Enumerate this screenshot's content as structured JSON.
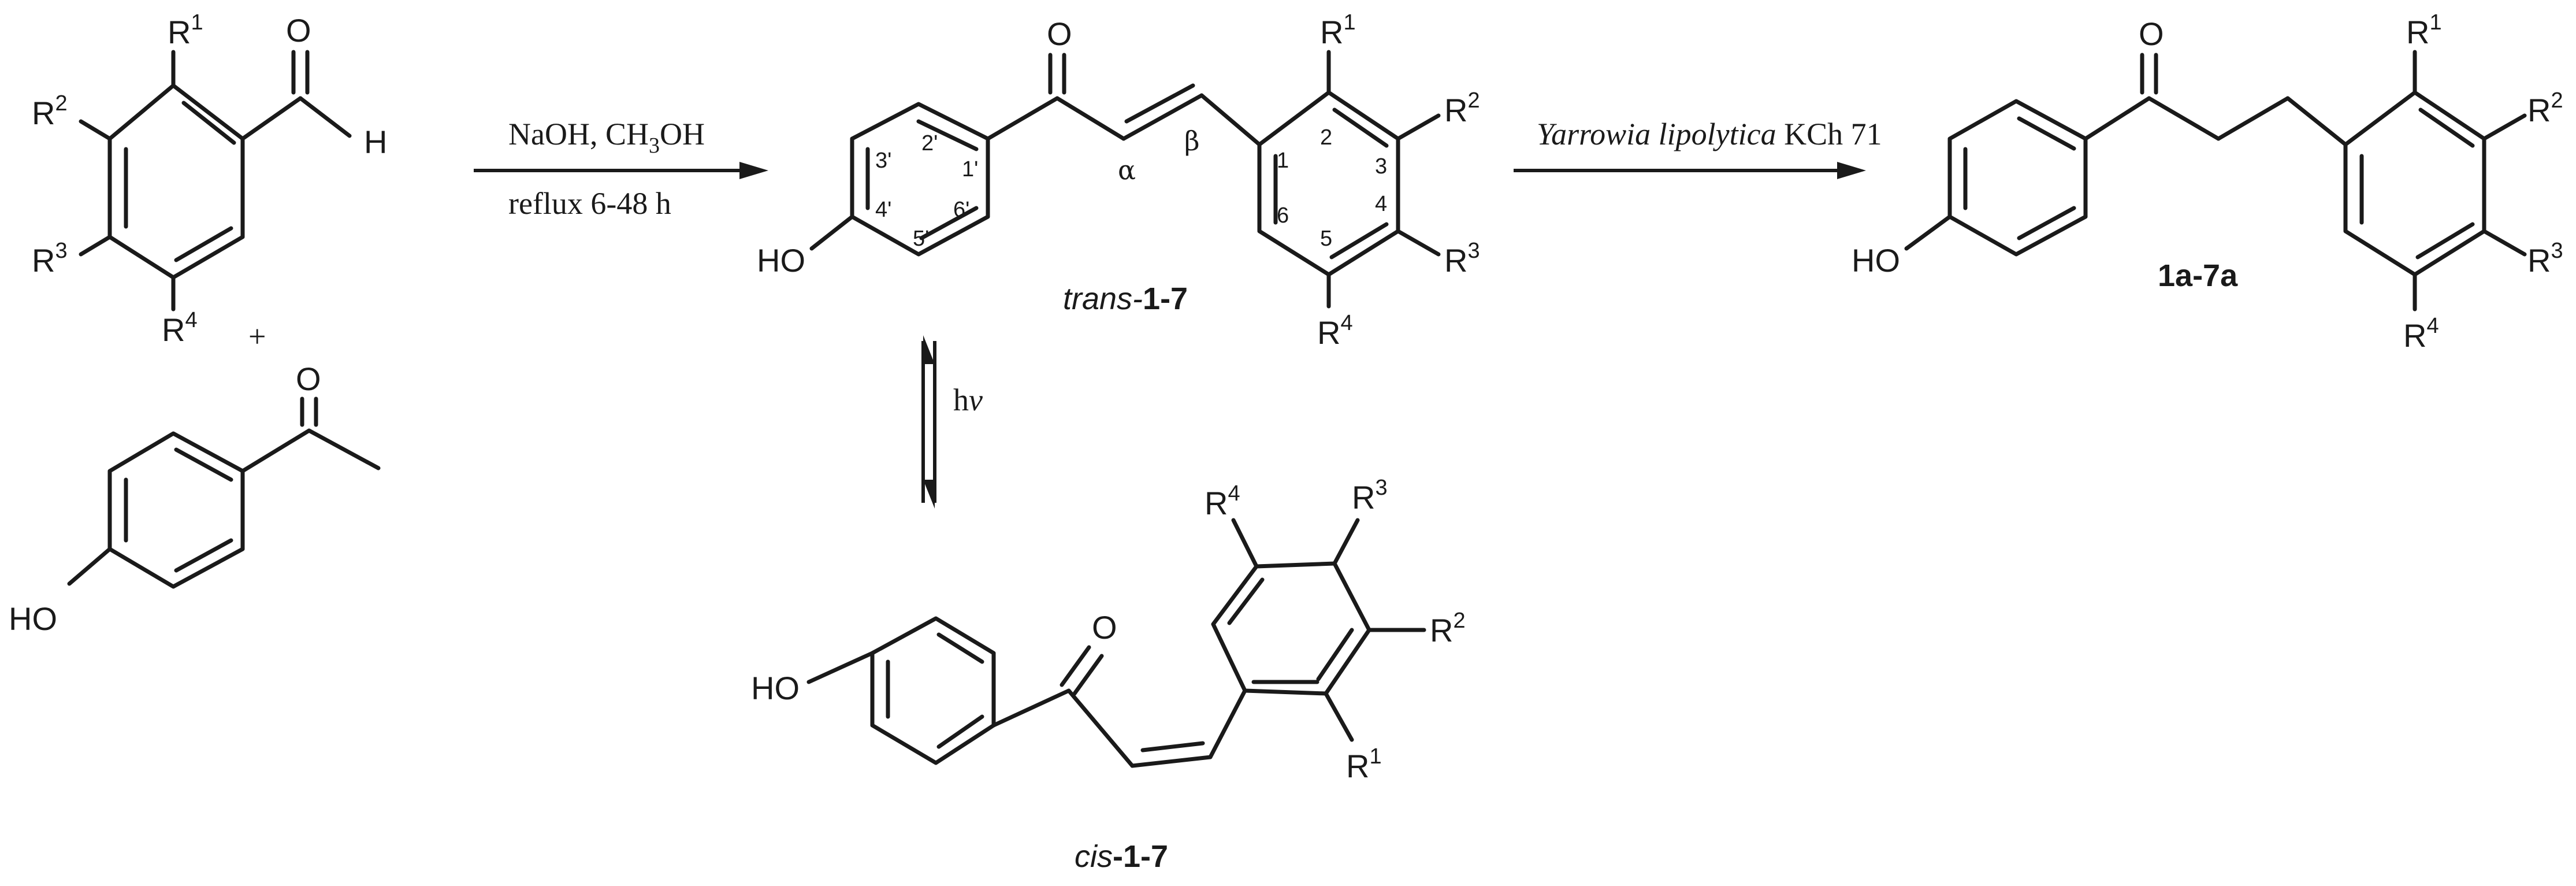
{
  "starting_materials": {
    "aldehyde": {
      "r1": "R",
      "r1_sup": "1",
      "r2": "R",
      "r2_sup": "2",
      "r3": "R",
      "r3_sup": "3",
      "r4": "R",
      "r4_sup": "4",
      "oxygen": "O",
      "hydrogen": "H"
    },
    "plus": "+",
    "acetophenone": {
      "oxygen": "O",
      "hydroxyl": "HO"
    }
  },
  "step1": {
    "reagent_a": "NaOH, CH",
    "reagent_a_sub": "3",
    "reagent_a_tail": "OH",
    "conditions": "reflux 6-48 h"
  },
  "trans_product": {
    "hydroxyl": "HO",
    "oxygen": "O",
    "alpha": "α",
    "beta": "β",
    "ring_a_numbers": [
      "2'",
      "3'",
      "1'",
      "4'",
      "6'",
      "5'"
    ],
    "ring_b_numbers": [
      "1",
      "2",
      "3",
      "4",
      "5",
      "6"
    ],
    "r1": "R",
    "r1_sup": "1",
    "r2": "R",
    "r2_sup": "2",
    "r3": "R",
    "r3_sup": "3",
    "r4": "R",
    "r4_sup": "4",
    "caption_italic": "trans-",
    "caption_bold": "1-7"
  },
  "photo": {
    "label_h": "h",
    "label_nu": "v"
  },
  "cis_product": {
    "hydroxyl": "HO",
    "oxygen": "O",
    "r1": "R",
    "r1_sup": "1",
    "r2": "R",
    "r2_sup": "2",
    "r3": "R",
    "r3_sup": "3",
    "r4": "R",
    "r4_sup": "4",
    "caption_italic": "cis",
    "caption_bold": "-1-7"
  },
  "step2": {
    "organism_italic": "Yarrowia  lipolytica",
    "strain": " KCh 71"
  },
  "reduced_product": {
    "hydroxyl": "HO",
    "oxygen": "O",
    "r1": "R",
    "r1_sup": "1",
    "r2": "R",
    "r2_sup": "2",
    "r3": "R",
    "r3_sup": "3",
    "r4": "R",
    "r4_sup": "4",
    "caption_bold": "1a-7a"
  }
}
